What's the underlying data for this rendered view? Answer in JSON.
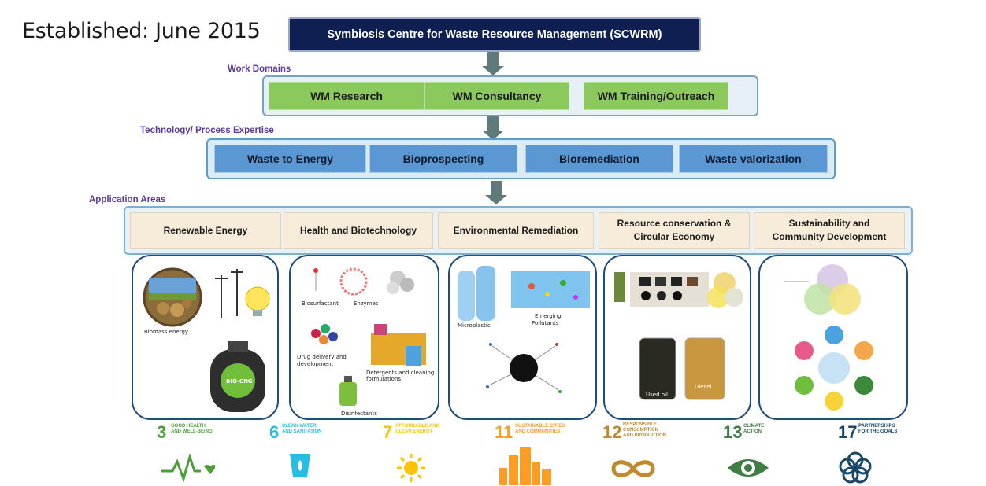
{
  "established": "Established: June 2015",
  "header": {
    "title": "Symbiosis Centre for Waste Resource Management (SCWRM)"
  },
  "work_domains": {
    "label": "Work Domains",
    "items": [
      "WM Research",
      "WM Consultancy",
      "WM Training/Outreach"
    ]
  },
  "technology": {
    "label": "Technology/ Process Expertise",
    "items": [
      "Waste to Energy",
      "Bioprospecting",
      "Bioremediation",
      "Waste valorization"
    ]
  },
  "application": {
    "label": "Application Areas",
    "items": [
      [
        "Renewable Energy"
      ],
      [
        "Health and Biotechnology"
      ],
      [
        "Environmental Remediation"
      ],
      [
        "Resource conservation &",
        "Circular Economy"
      ],
      [
        "Sustainability and",
        "Community Development"
      ]
    ]
  },
  "cards": {
    "energy": {
      "biomass": "Biomass energy",
      "biocng": "BIO-CNG"
    },
    "health": {
      "biosurfactant": "Biosurfactant",
      "enzymes": "Enzymes",
      "drug": [
        "Drug delivery and",
        "development"
      ],
      "detergents": [
        "Detergents and cleaning",
        "formulations"
      ],
      "disinfectants": "Disinfectants"
    },
    "environment": {
      "microplastic": "Microplastic",
      "emerging": [
        "Emerging",
        "Pollutants"
      ]
    },
    "resource": {
      "used_oil": "Used oil",
      "diesel": "Diesel"
    }
  },
  "sdgs": [
    {
      "num": "3",
      "text": [
        "GOOD HEALTH",
        "AND WELL-BEING"
      ],
      "color": "#4c9f38",
      "icon": "heartbeat-icon"
    },
    {
      "num": "6",
      "text": [
        "CLEAN WATER",
        "AND SANITATION"
      ],
      "color": "#26bde2",
      "icon": "water-drop-icon"
    },
    {
      "num": "7",
      "text": [
        "AFFORDABLE AND",
        "CLEAN ENERGY"
      ],
      "color": "#fcc30b",
      "icon": "sun-icon"
    },
    {
      "num": "11",
      "text": [
        "SUSTAINABLE CITIES",
        "AND COMMUNITIES"
      ],
      "color": "#fd9d24",
      "icon": "city-icon"
    },
    {
      "num": "12",
      "text": [
        "RESPONSIBLE",
        "CONSUMPTION",
        "AND PRODUCTION"
      ],
      "color": "#bf8b2e",
      "icon": "infinity-icon"
    },
    {
      "num": "13",
      "text": [
        "CLIMATE",
        "ACTION"
      ],
      "color": "#3f7e44",
      "icon": "eye-globe-icon"
    },
    {
      "num": "17",
      "text": [
        "PARTNERSHIPS",
        "FOR THE GOALS"
      ],
      "color": "#19486a",
      "icon": "flower-rings-icon"
    }
  ],
  "colors": {
    "header_bg": "#0f1f52",
    "work_domain_fill": "#8cc95c",
    "technology_fill": "#5b97d2",
    "application_fill": "#f6ecd9",
    "section_label": "#5b3a9c",
    "arrow": "#5f7a7a"
  }
}
